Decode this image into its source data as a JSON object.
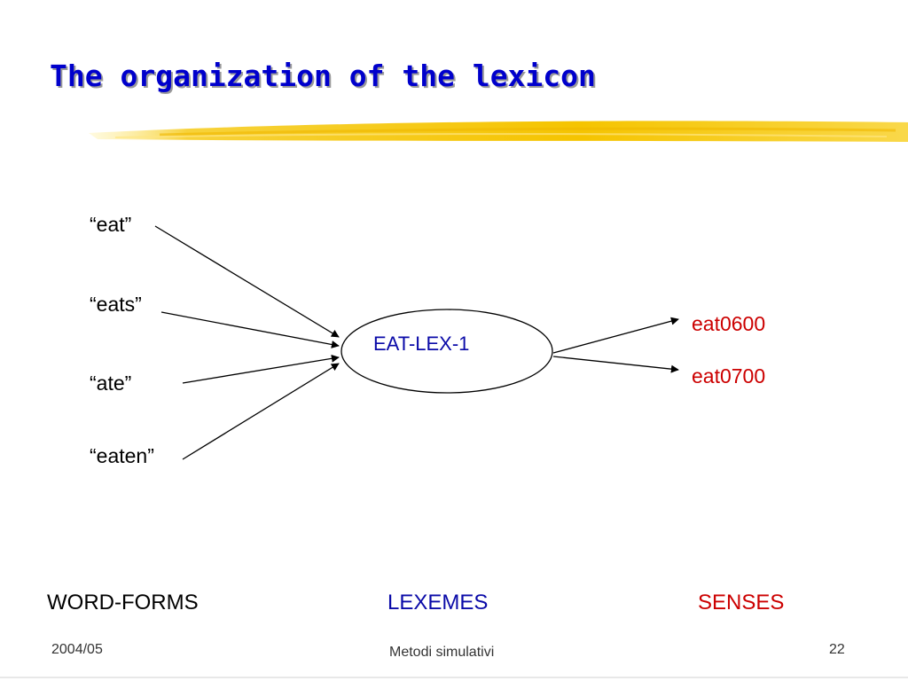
{
  "slide": {
    "title": "The organization of the lexicon",
    "word_forms": [
      "“eat”",
      "“eats”",
      "“ate”",
      "“eaten”"
    ],
    "lexeme": "EAT-LEX-1",
    "senses": [
      "eat0600",
      "eat0700"
    ],
    "column_headers": {
      "word_forms": "WORD-FORMS",
      "lexemes": "LEXEMES",
      "senses": "SENSES"
    },
    "footer": {
      "left": "2004/05",
      "center": "Metodi simulativi",
      "right": "22"
    }
  },
  "colors": {
    "title": "#0000cc",
    "lexeme": "#0a0aa8",
    "sense": "#cc0000",
    "highlight_stroke": "#f5c400"
  }
}
